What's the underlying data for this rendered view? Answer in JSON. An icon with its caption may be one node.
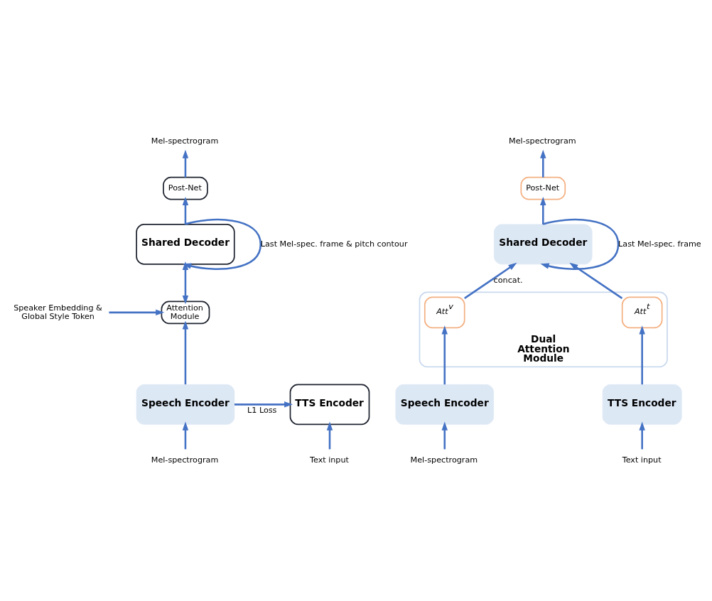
{
  "diagram": {
    "nodes": [
      {
        "text": [
          "Mel-spectrogram"
        ]
      },
      {
        "text": [
          "Post-Net"
        ]
      },
      {
        "text": [
          "Shared Decoder"
        ]
      },
      {
        "text": [
          "Attention Module"
        ]
      },
      {
        "text": [
          "Speaker Embedding & Global Style Token"
        ]
      },
      {
        "text": [
          "Speech Encoder"
        ]
      },
      {
        "text": [
          "TTS Encoder"
        ]
      },
      {
        "text": [
          "Mel-spectrogram"
        ]
      },
      {
        "text": [
          "Text input"
        ]
      },
      {
        "text": [
          "Mel-spectrogram"
        ]
      },
      {
        "text": [
          "Post-Net"
        ]
      },
      {
        "text": [
          "Shared Decoder"
        ]
      },
      {
        "text": [
          "Dual Attention Module"
        ]
      },
      {
        "text": [
          "Att$^{v}$"
        ],
        "in": 12
      },
      {
        "text": [
          "Att$^{t}$"
        ],
        "in": 12
      },
      {
        "text": [
          "Speech Encoder"
        ]
      },
      {
        "text": [
          "TTS Encoder"
        ]
      },
      {
        "text": [
          "Mel-spectrogram"
        ]
      },
      {
        "text": [
          "Text input"
        ]
      }
    ],
    "edges": [
      {
        "from": 1,
        "to": 0,
        "arrow": "to"
      },
      {
        "from": 2,
        "to": 1,
        "arrow": "to"
      },
      {
        "from": 2,
        "to": 2,
        "arrow": "to",
        "label": "Last Mel-spec. frame & pitch contour"
      },
      {
        "from": 3,
        "to": 2,
        "arrow": "both"
      },
      {
        "from": 4,
        "to": 3,
        "arrow": "to"
      },
      {
        "from": 5,
        "to": 3,
        "arrow": "to"
      },
      {
        "from": 5,
        "to": 6,
        "arrow": "to",
        "label": "L1 Loss"
      },
      {
        "from": 7,
        "to": 5,
        "arrow": "to"
      },
      {
        "from": 8,
        "to": 6,
        "arrow": "to"
      },
      {
        "from": 10,
        "to": 9,
        "arrow": "to"
      },
      {
        "from": 11,
        "to": 10,
        "arrow": "to"
      },
      {
        "from": 11,
        "to": 11,
        "arrow": "to",
        "label": "Last Mel-spec. frame"
      },
      {
        "from": 13,
        "to": 11,
        "arrow": "to",
        "label": "concat."
      },
      {
        "from": 14,
        "to": 11,
        "arrow": "to"
      },
      {
        "from": 15,
        "to": 13,
        "arrow": "to"
      },
      {
        "from": 16,
        "to": 14,
        "arrow": "to"
      },
      {
        "from": 17,
        "to": 15,
        "arrow": "to"
      },
      {
        "from": 18,
        "to": 16,
        "arrow": "to"
      }
    ]
  }
}
